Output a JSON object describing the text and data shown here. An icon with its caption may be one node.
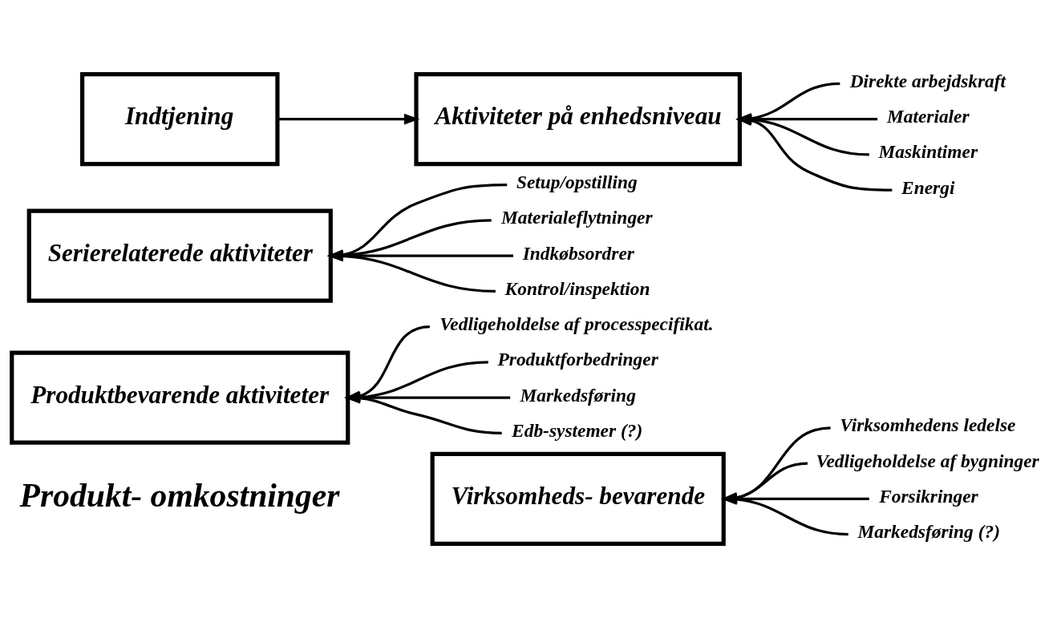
{
  "diagram": {
    "nodes": [
      {
        "text": [
          "Virksomheds- bevarende"
        ]
      },
      {
        "text": [
          "Virksomhedens ledelse"
        ]
      },
      {
        "text": [
          "Vedligeholdelse af bygninger"
        ]
      },
      {
        "text": [
          "Forsikringer"
        ]
      },
      {
        "text": [
          "Markedsføring (?)"
        ]
      },
      {
        "text": [
          "Produktbevarende aktiviteter"
        ]
      },
      {
        "text": [
          "Vedligeholdelse af processpecifikat."
        ]
      },
      {
        "text": [
          "Produktforbedringer"
        ]
      },
      {
        "text": [
          "Markedsføring"
        ]
      },
      {
        "text": [
          "Edb-systemer (?)"
        ]
      },
      {
        "text": [
          "Serierelaterede aktiviteter"
        ]
      },
      {
        "text": [
          "Setup/opstilling"
        ]
      },
      {
        "text": [
          "Materialeflytninger"
        ]
      },
      {
        "text": [
          "Indkøbsordrer"
        ]
      },
      {
        "text": [
          "Kontrol/inspektion"
        ]
      },
      {
        "text": [
          "Indtjening"
        ]
      },
      {
        "text": [
          "Aktiviteter på enhedsniveau"
        ]
      },
      {
        "text": [
          "Direkte arbejdskraft"
        ]
      },
      {
        "text": [
          "Materialer"
        ]
      },
      {
        "text": [
          "Maskintimer"
        ]
      },
      {
        "text": [
          "Energi"
        ]
      }
    ],
    "edges": [
      {
        "from": 1,
        "to": 0,
        "arrow": "to"
      },
      {
        "from": 2,
        "to": 0,
        "arrow": "to"
      },
      {
        "from": 3,
        "to": 0,
        "arrow": "to"
      },
      {
        "from": 4,
        "to": 0,
        "arrow": "to"
      },
      {
        "from": 6,
        "to": 5,
        "arrow": "to"
      },
      {
        "from": 7,
        "to": 5,
        "arrow": "to"
      },
      {
        "from": 8,
        "to": 5,
        "arrow": "to"
      },
      {
        "from": 9,
        "to": 5,
        "arrow": "to"
      },
      {
        "from": 11,
        "to": 10,
        "arrow": "to"
      },
      {
        "from": 12,
        "to": 10,
        "arrow": "to"
      },
      {
        "from": 13,
        "to": 10,
        "arrow": "to"
      },
      {
        "from": 14,
        "to": 10,
        "arrow": "to"
      },
      {
        "from": 15,
        "to": 16,
        "arrow": "to"
      },
      {
        "from": 17,
        "to": 16,
        "arrow": "to"
      },
      {
        "from": 18,
        "to": 16,
        "arrow": "to"
      },
      {
        "from": 19,
        "to": 16,
        "arrow": "to"
      },
      {
        "from": 20,
        "to": 16,
        "arrow": "to"
      }
    ],
    "labels": [
      "Produkt- omkostninger"
    ]
  }
}
